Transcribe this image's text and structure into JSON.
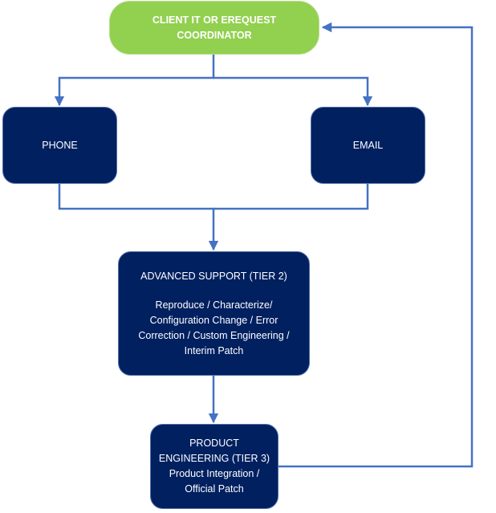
{
  "nodes": {
    "coordinator": {
      "lines": [
        "CLIENT IT OR EREQUEST",
        "COORDINATOR"
      ]
    },
    "phone": {
      "label": "PHONE"
    },
    "email": {
      "label": "EMAIL"
    },
    "advanced_support": {
      "title": "ADVANCED SUPPORT (TIER 2)",
      "lines": [
        "Reproduce / Characterize/",
        "Configuration Change / Error",
        "Correction / Custom Engineering /",
        "Interim Patch"
      ]
    },
    "product_engineering": {
      "lines": [
        "PRODUCT",
        "ENGINEERING (TIER 3)",
        "Product Integration /",
        "Official Patch"
      ]
    }
  },
  "colors": {
    "coordinator_fill": "#92d050",
    "node_fill": "#002060",
    "connector": "#4472c4"
  }
}
